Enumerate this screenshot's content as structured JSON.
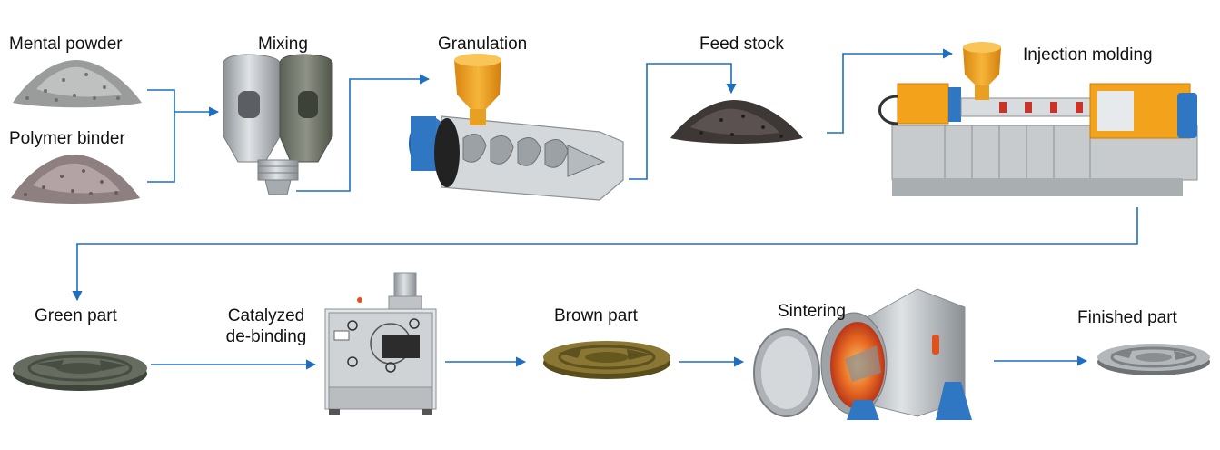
{
  "labels": {
    "metal_powder": "Mental powder",
    "polymer_binder": "Polymer binder",
    "mixing": "Mixing",
    "granulation": "Granulation",
    "feed_stock": "Feed stock",
    "injection_molding": "Injection molding",
    "green_part": "Green part",
    "catalyzed_line1": "Catalyzed",
    "catalyzed_line2": "de-binding",
    "brown_part": "Brown part",
    "sintering": "Sintering",
    "finished_part": "Finished part"
  },
  "colors": {
    "connector": "#1f6fc0",
    "hopper_orange": "#f2a21b",
    "machine_blue": "#2f77c2",
    "steel": "#b9bec2",
    "green_part": "#5a5f54",
    "brown_part": "#7a6a2a",
    "finished_part": "#9a9ea0",
    "furnace_glow": "#e0521b"
  },
  "icons": {
    "metal_powder": "metal-powder-pile-icon",
    "polymer_binder": "polymer-binder-pile-icon",
    "mixer": "mixer-icon",
    "extruder": "granulation-extruder-icon",
    "feed_stock": "feed-stock-pile-icon",
    "injection_machine": "injection-molding-machine-icon",
    "green_part": "green-part-disc-icon",
    "debinding_oven": "debinding-oven-icon",
    "brown_part": "brown-part-disc-icon",
    "furnace": "sintering-furnace-icon",
    "finished_part": "finished-part-disc-icon"
  }
}
